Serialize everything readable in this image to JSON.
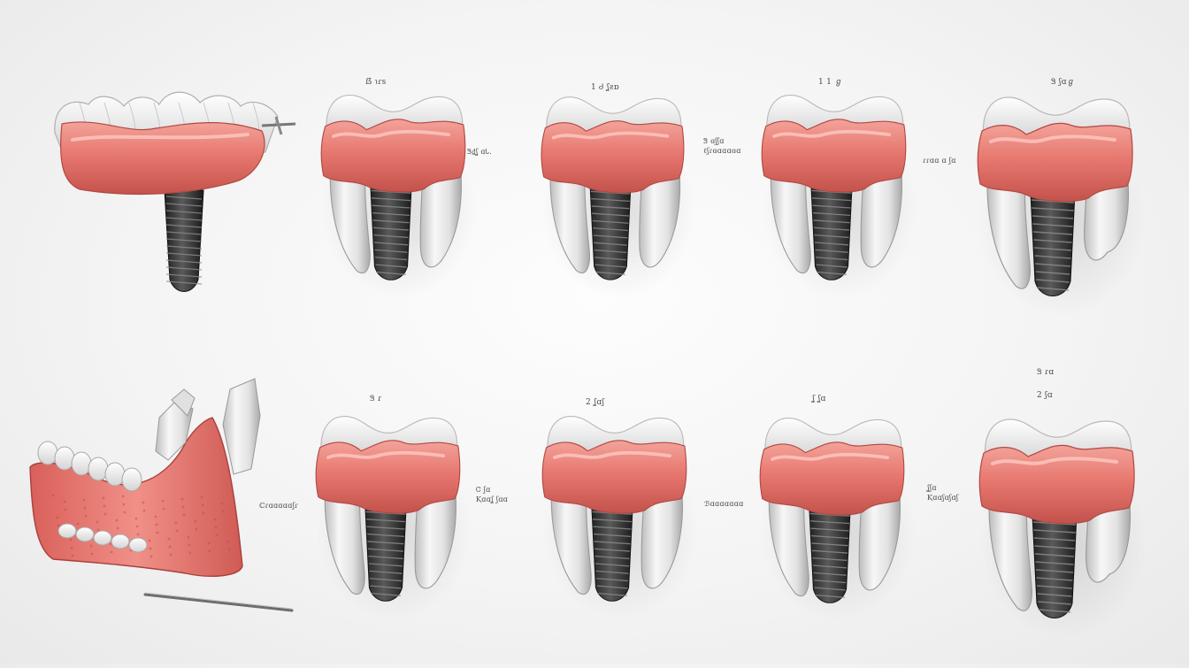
{
  "illustration": {
    "colors": {
      "background": "#f3f3f3",
      "gum": "#e7786f",
      "gum_dark": "#c4524c",
      "tooth": "#ebebeb",
      "implant": "#3b3b3b"
    },
    "row1": {
      "labels": [
        "ẞ ℩ɾs",
        "Ꮥ₫ʆ ɑᏓ.",
        "1 Ꮷ ʆƨɒ",
        "Ꮥ ɞʃʃɑ\nℓʃɾɞɑɑɑɞɑ",
        "1 1 ℊ",
        "ɾɾɑɑ ɑ ʃɑ",
        "Ꮥ ʃɑℊ"
      ]
    },
    "row2": {
      "labels": [
        "Ꮥ ɾ",
        "ℂɾɑɑɑɑɑʃɾ",
        "Ꮳ ʃɑ\nⱩɑɑʆ ʃɑɑ",
        "2 ʆɑʃ",
        "ℬɑɑɑɑɑɑɑ",
        "ʆ ʆɑ",
        "Ꮥ ɾɑ\n2 ʃɑ",
        "ʆʃɑ\nⱩɑɑʃɑʃɑʃ"
      ]
    }
  }
}
